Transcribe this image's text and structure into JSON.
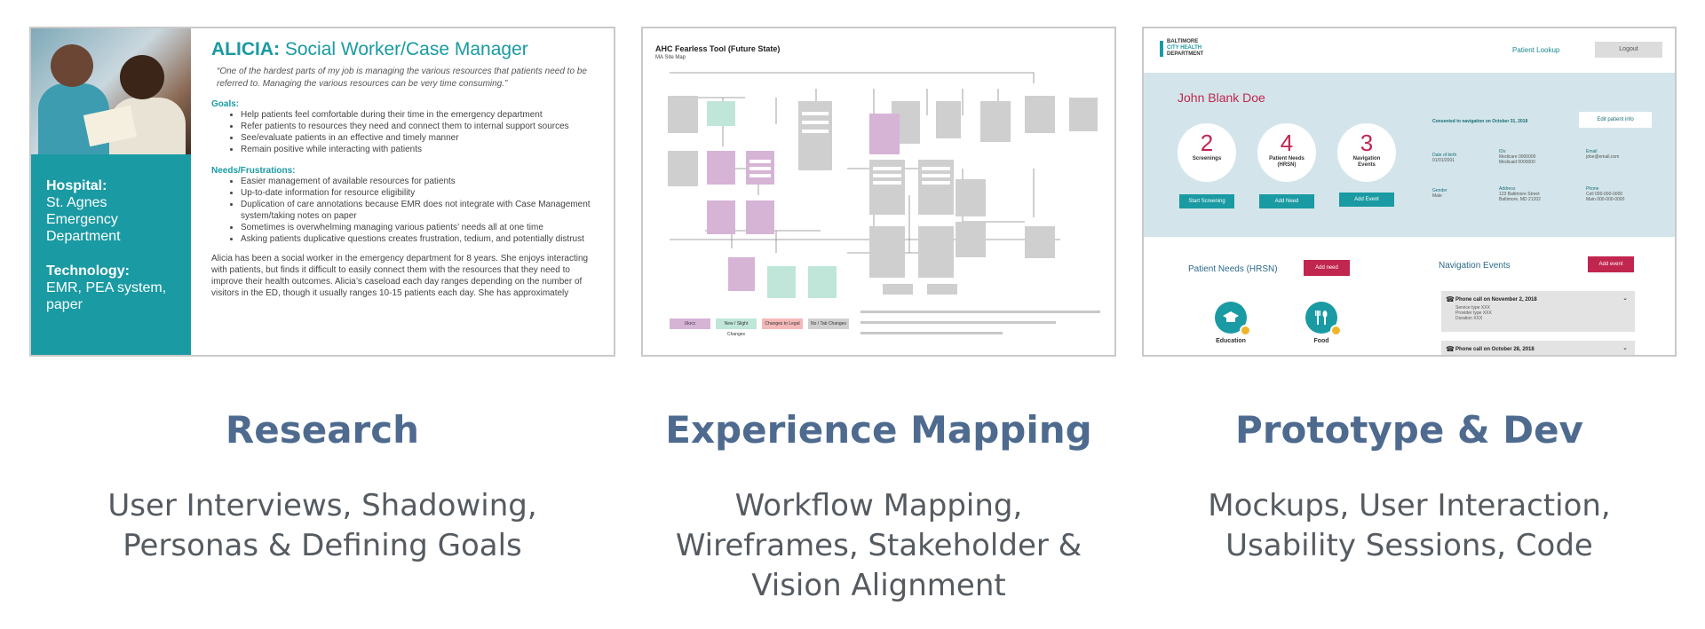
{
  "columns": [
    {
      "title": "Research",
      "desc_lines": [
        "User Interviews, Shadowing,",
        "Personas & Defining Goals"
      ]
    },
    {
      "title": "Experience Mapping",
      "desc_lines": [
        "Workflow Mapping,",
        "Wireframes, Stakeholder &",
        "Vision Alignment"
      ]
    },
    {
      "title": "Prototype & Dev",
      "desc_lines": [
        "Mockups, User Interaction,",
        "Usability Sessions, Code"
      ]
    }
  ],
  "persona": {
    "name": "ALICIA:",
    "role": "Social Worker/Case Manager",
    "quote": "“One of the hardest parts of my job is managing the various resources that patients need to be referred to. Managing the various resources can be very time consuming.”",
    "goals_head": "Goals:",
    "goals": [
      "Help patients feel comfortable during their time in the emergency department",
      "Refer patients to resources they need and connect them to internal support sources",
      "See/evaluate patients in an effective and timely manner",
      "Remain positive while interacting with patients"
    ],
    "needs_head": "Needs/Frustrations:",
    "needs": [
      "Easier management of available resources for patients",
      "Up-to-date information for resource eligibility",
      "Duplication of care annotations because EMR does not integrate with Case Management system/taking notes on paper",
      "Sometimes is overwhelming managing various patients’ needs all at one time",
      "Asking patients duplicative questions creates frustration, tedium, and potentially distrust"
    ],
    "bio": "Alicia has been a social worker in the emergency department for 8 years. She enjoys interacting with patients, but finds it difficult to easily connect them with the resources that they need to improve their health outcomes. Alicia’s caseload each day ranges depending on the number of visitors in the ED, though it usually ranges 10-15 patients each day. She has approximately",
    "hospital_label": "Hospital:",
    "hospital_lines": [
      "St. Agnes",
      "Emergency",
      "Department"
    ],
    "tech_label": "Technology:",
    "tech_lines": [
      "EMR, PEA system,",
      "paper"
    ]
  },
  "map": {
    "title": "AHC Fearless Tool (Future State)",
    "subtitle": "MA Site Map",
    "legend": [
      {
        "label": "Ukrcc",
        "color": "#d6b4d6"
      },
      {
        "label": "New / Slight Changes",
        "color": "#bfe6d9"
      },
      {
        "label": "Changes to Legal",
        "color": "#f4b8b8"
      },
      {
        "label": "No / Tab Changes",
        "color": "#cfcfcf"
      }
    ]
  },
  "proto": {
    "logo_lines": [
      "BALTIMORE",
      "CITY HEALTH",
      "DEPARTMENT"
    ],
    "nav_lookup": "Patient Lookup",
    "logout": "Logout",
    "patient_name": "John Blank Doe",
    "consent": "Consented to navigation on October 31, 2018",
    "edit_btn": "Edit patient info",
    "stats": [
      {
        "num": "2",
        "cap": "Screenings",
        "btn": "Start Screening"
      },
      {
        "num": "4",
        "cap": "Patient Needs (HRSN)",
        "btn": "Add Need"
      },
      {
        "num": "3",
        "cap": "Navigation Events",
        "btn": "Add Event"
      }
    ],
    "info": {
      "dob_k": "Date of birth",
      "dob_v": "01/01/2001",
      "ids_k": "IDs",
      "ids_v1": "Medicare 0000000",
      "ids_v2": "Medicaid 0000000",
      "email_k": "Email",
      "email_v": "jdoe@email.com",
      "gender_k": "Gender",
      "gender_v": "Male",
      "addr_k": "Address",
      "addr_v1": "123 Baltimore Street",
      "addr_v2": "Baltimore, MD 21202",
      "phone_k": "Phone",
      "phone_v1": "Cell 000-000-0000",
      "phone_v2": "Main 000-000-0000"
    },
    "needs_title": "Patient Needs (HRSN)",
    "add_need": "Add need",
    "events_title": "Navigation Events",
    "add_event": "Add event",
    "needs": [
      {
        "label": "Education",
        "icon": "graduation-cap-icon"
      },
      {
        "label": "Food",
        "icon": "utensils-icon"
      }
    ],
    "events": [
      {
        "title": "Phone call on November 2, 2018",
        "d1": "Service type XXX",
        "d2": "Provider type XXX",
        "d3": "Duration XXX"
      },
      {
        "title": "Phone call on October 28, 2018"
      }
    ]
  }
}
